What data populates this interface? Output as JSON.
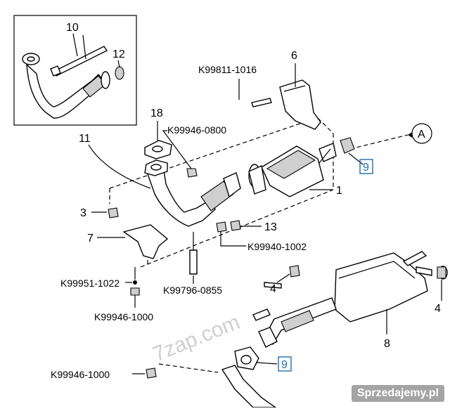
{
  "labels": {
    "p10": "10",
    "p12": "12",
    "p11": "11",
    "p18": "18",
    "p6": "6",
    "p1": "1",
    "p3": "3",
    "p7": "7",
    "p13": "13",
    "p4a": "4",
    "p4b": "4",
    "p8": "8",
    "p9a": "9",
    "p9b": "9",
    "circleA": "A"
  },
  "codes": {
    "k1016": "K99811-1016",
    "k0800": "K99946-0800",
    "k1002": "K99940-1002",
    "k1022": "K99951-1022",
    "k0855": "K99796-0855",
    "k1000a": "K99946-1000",
    "k1000b": "K99946-1000"
  },
  "watermark": "7zap.com",
  "brand": "Sprzedajemy.pl"
}
